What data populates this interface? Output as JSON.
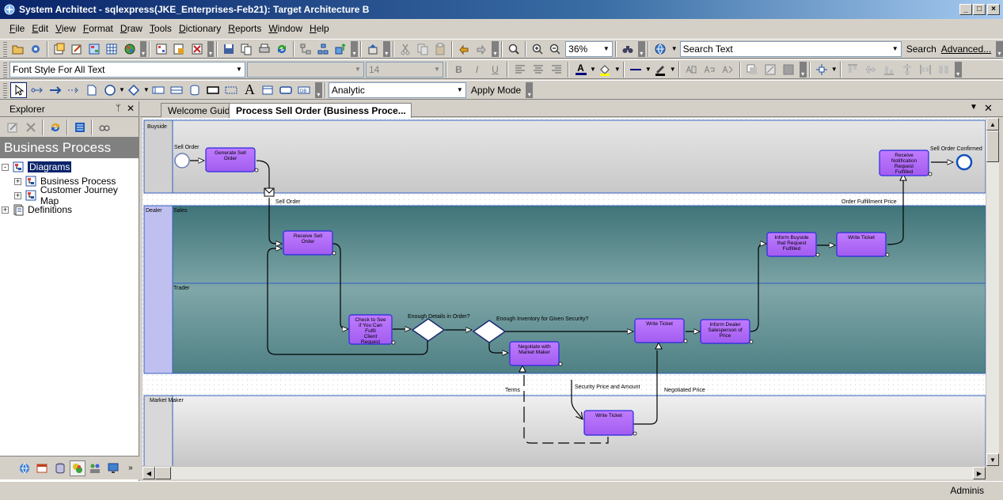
{
  "window": {
    "title": "System Architect - sqlexpress(JKE_Enterprises-Feb21): Target Architecture B"
  },
  "menu": [
    {
      "key": "F",
      "rest": "ile"
    },
    {
      "key": "E",
      "rest": "dit"
    },
    {
      "key": "V",
      "rest": "iew"
    },
    {
      "key": "F",
      "rest": "ormat",
      "pre": ""
    },
    {
      "key": "D",
      "rest": "raw"
    },
    {
      "key": "T",
      "rest": "ools"
    },
    {
      "key": "D",
      "rest": "ictionary"
    },
    {
      "key": "R",
      "rest": "eports"
    },
    {
      "key": "W",
      "rest": "indow"
    },
    {
      "key": "H",
      "rest": "elp"
    }
  ],
  "toolbar": {
    "zoom": "36%",
    "search_text": "Search Text",
    "search_label": "Search",
    "advanced_label": "Advanced...",
    "font_style": "Font Style For All Text",
    "font_name": "",
    "font_size": "14",
    "mode": "Analytic",
    "apply_mode": "Apply Mode"
  },
  "explorer": {
    "header": "Explorer",
    "title": "Business Process",
    "tree": [
      {
        "label": "Diagrams",
        "level": 0,
        "expander": "-",
        "selected": true
      },
      {
        "label": "Business Process",
        "level": 1,
        "expander": "+"
      },
      {
        "label": "Customer Journey Map",
        "level": 1,
        "expander": "+"
      },
      {
        "label": "Definitions",
        "level": 0,
        "expander": "+"
      }
    ]
  },
  "tabs": {
    "welcome": "Welcome Guide",
    "active": "Process Sell Order (Business Proce..."
  },
  "diagram": {
    "lanes": {
      "buyside": "Buyside",
      "dealer": "Dealer",
      "sales": "Sales",
      "trader": "Trader",
      "market_maker": "Market Maker"
    },
    "tasks": {
      "generate_sell_order": "Generate Sell Order",
      "receive_sell_order": "Receive Sell Order",
      "check_details": "Check to See if You Can Fulfil Client Request",
      "negotiate": "Negotiate with Market Maker",
      "write_ticket_trader": "Write Ticket",
      "inform_dealer": "Inform Dealer Salesperson of Price",
      "inform_buyside": "Inform Buyside that Request Fulfilled",
      "write_ticket_sales": "Write Ticket",
      "receive_notification": "Receive Notification Request Fulfilled",
      "write_ticket_mm": "Write Ticket"
    },
    "labels": {
      "sell_order_start": "Sell Order",
      "sell_order_msg": "Sell Order",
      "sell_order_confirmed": "Sell Order Confirmed",
      "order_fulfillment_price": "Order Fulfillment Price",
      "enough_details": "Enough Details in Order?",
      "enough_inventory": "Enough Inventory for Given Security?",
      "terms": "Terms",
      "security_price": "Security Price and Amount",
      "negotiated_price": "Negotiated Price"
    }
  },
  "status": {
    "user": "Adminis"
  },
  "colors": {
    "task_fill": "#b26bff",
    "lane_band": "#4a7f82",
    "title_start": "#0a246a"
  }
}
